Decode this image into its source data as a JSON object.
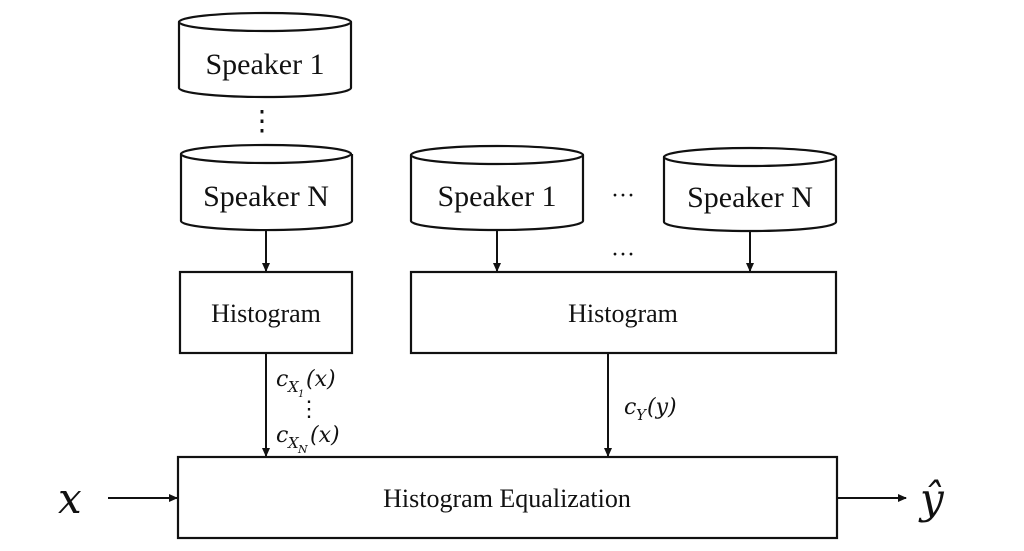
{
  "diagram": {
    "left_column": {
      "databases": [
        {
          "label": "Speaker 1"
        },
        {
          "label": "Speaker N"
        }
      ],
      "ellipsis": "⋮",
      "histogram_label": "Histogram",
      "outputs": {
        "first": {
          "base": "c",
          "sub": "X",
          "subsub": "1",
          "arg": "(x)"
        },
        "ellipsis": "⋮",
        "last": {
          "base": "c",
          "sub": "X",
          "subsub": "N",
          "arg": "(x)"
        }
      }
    },
    "right_column": {
      "databases": [
        {
          "label": "Speaker 1"
        },
        {
          "label": "Speaker N"
        }
      ],
      "between_ellipsis": "···",
      "arrow_ellipsis": "···",
      "histogram_label": "Histogram",
      "output": {
        "base": "c",
        "sub": "Y",
        "arg": "(y)"
      }
    },
    "equalization_label": "Histogram Equalization",
    "input_symbol": "x",
    "output_symbol": "ŷ"
  }
}
